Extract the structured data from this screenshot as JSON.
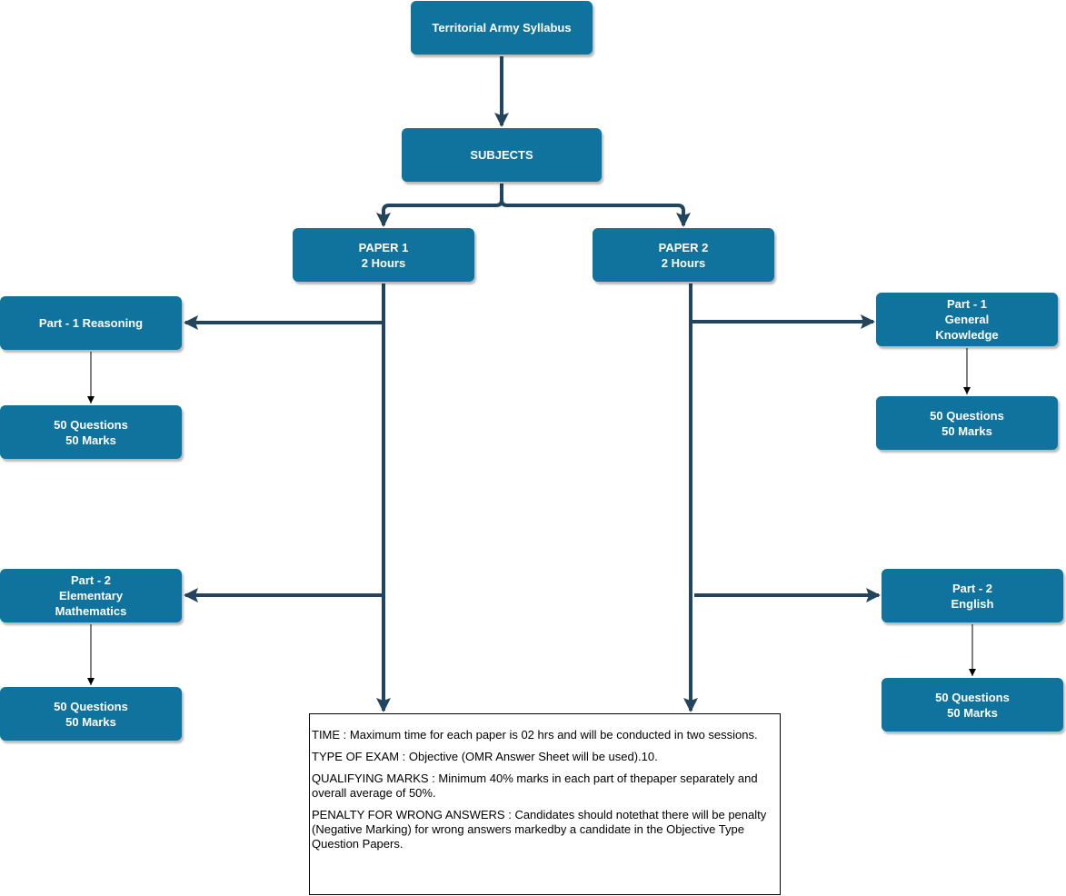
{
  "diagram": {
    "title": "Territorial Army Syllabus",
    "subjects": "SUBJECTS",
    "paper1": {
      "line1": "PAPER 1",
      "line2": "2 Hours"
    },
    "paper2": {
      "line1": "PAPER 2",
      "line2": "2 Hours"
    },
    "paper1_part1": {
      "line1": "Part - 1 Reasoning",
      "q1": "50 Questions",
      "q2": "50 Marks"
    },
    "paper1_part2": {
      "line1": "Part - 2",
      "line2": "Elementary",
      "line3": "Mathematics",
      "q1": "50 Questions",
      "q2": "50 Marks"
    },
    "paper2_part1": {
      "line1": "Part - 1",
      "line2": "General",
      "line3": "Knowledge",
      "q1": "50 Questions",
      "q2": "50 Marks"
    },
    "paper2_part2": {
      "line1": "Part - 2",
      "line2": "English",
      "q1": "50 Questions",
      "q2": "50 Marks"
    }
  },
  "info": {
    "time": "TIME : Maximum time for each paper is 02 hrs and will be conducted in two sessions.",
    "type_of_exam": "TYPE OF EXAM : Objective (OMR Answer Sheet will be used).10.",
    "qualifying": "QUALIFYING MARKS : Minimum 40% marks in each part of thepaper separately and overall average of 50%.",
    "penalty": "PENALTY FOR WRONG ANSWERS : Candidates should notethat there will be penalty (Negative Marking) for wrong answers markedby a candidate in the Objective Type Question Papers."
  },
  "colors": {
    "node_fill": "#10739e",
    "node_text": "#ffffff",
    "connector": "#23445d",
    "thin_connector": "#000000"
  }
}
